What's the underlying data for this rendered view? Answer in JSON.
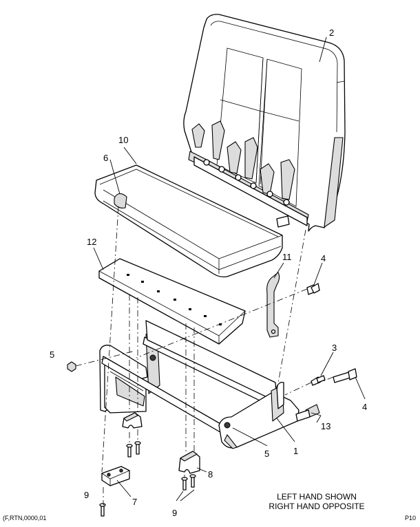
{
  "callouts": {
    "c1": "1",
    "c2": "2",
    "c3": "3",
    "c4a": "4",
    "c4b": "4",
    "c5a": "5",
    "c5b": "5",
    "c6": "6",
    "c7": "7",
    "c8": "8",
    "c9a": "9",
    "c9b": "9",
    "c10": "10",
    "c11": "11",
    "c12": "12",
    "c13": "13"
  },
  "note": {
    "line1": "LEFT HAND SHOWN",
    "line2": "RIGHT HAND OPPOSITE"
  },
  "footer": {
    "left": "(F,RTN,0000,01",
    "right": "P10"
  },
  "icons": {
    "hardware": "hex-bolt-icon",
    "nut": "hex-nut-icon"
  }
}
